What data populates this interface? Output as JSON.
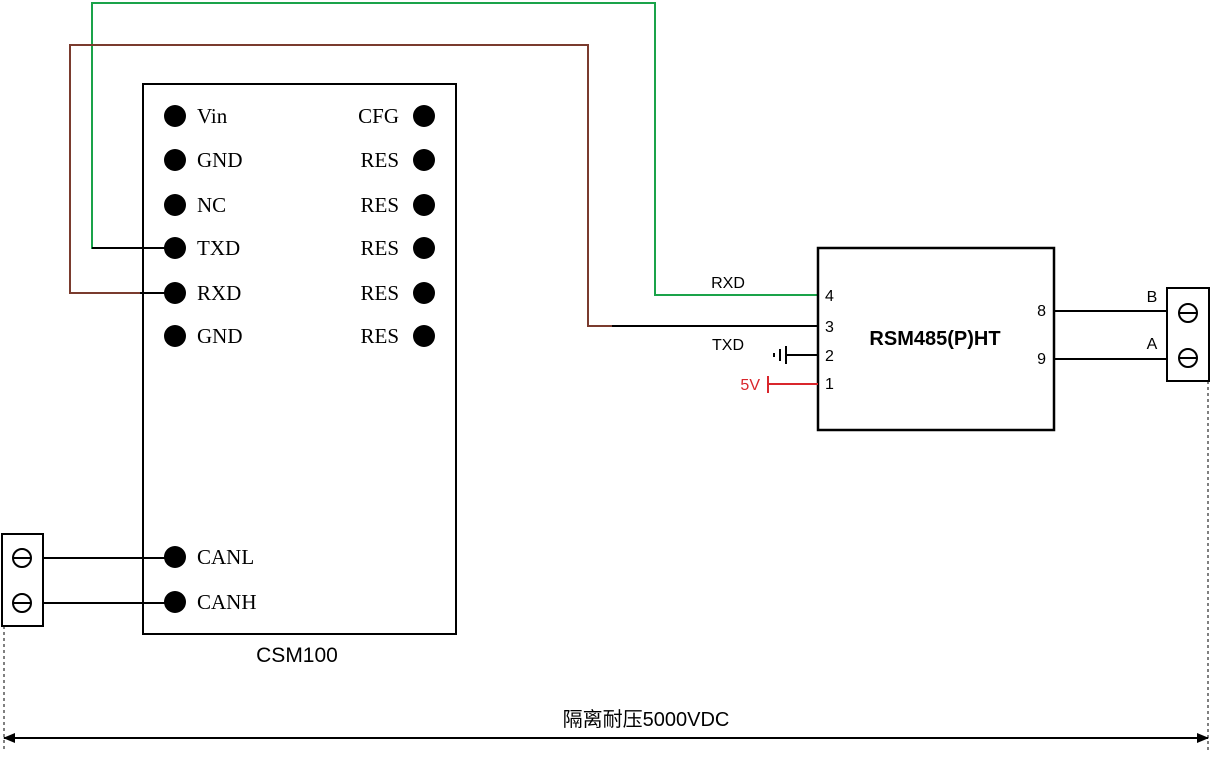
{
  "csm100": {
    "label": "CSM100",
    "left_pins": [
      "Vin",
      "GND",
      "NC",
      "TXD",
      "RXD",
      "GND"
    ],
    "right_pins": [
      "CFG",
      "RES",
      "RES",
      "RES",
      "RES",
      "RES"
    ],
    "can_pins": [
      "CANL",
      "CANH"
    ]
  },
  "rsm485": {
    "label": "RSM485(P)HT",
    "left_pins": [
      {
        "number": "4",
        "signal": "RXD"
      },
      {
        "number": "3",
        "signal": "TXD"
      },
      {
        "number": "2",
        "signal": ""
      },
      {
        "number": "1",
        "signal": "5V"
      }
    ],
    "right_pins": [
      {
        "number": "8",
        "signal": "B"
      },
      {
        "number": "9",
        "signal": "A"
      }
    ]
  },
  "isolation_label": "隔离耐压5000VDC",
  "colors": {
    "green_wire": "#1aa34a",
    "brown_wire": "#7a3b2e",
    "power_red": "#d9262c",
    "line": "#000000"
  }
}
